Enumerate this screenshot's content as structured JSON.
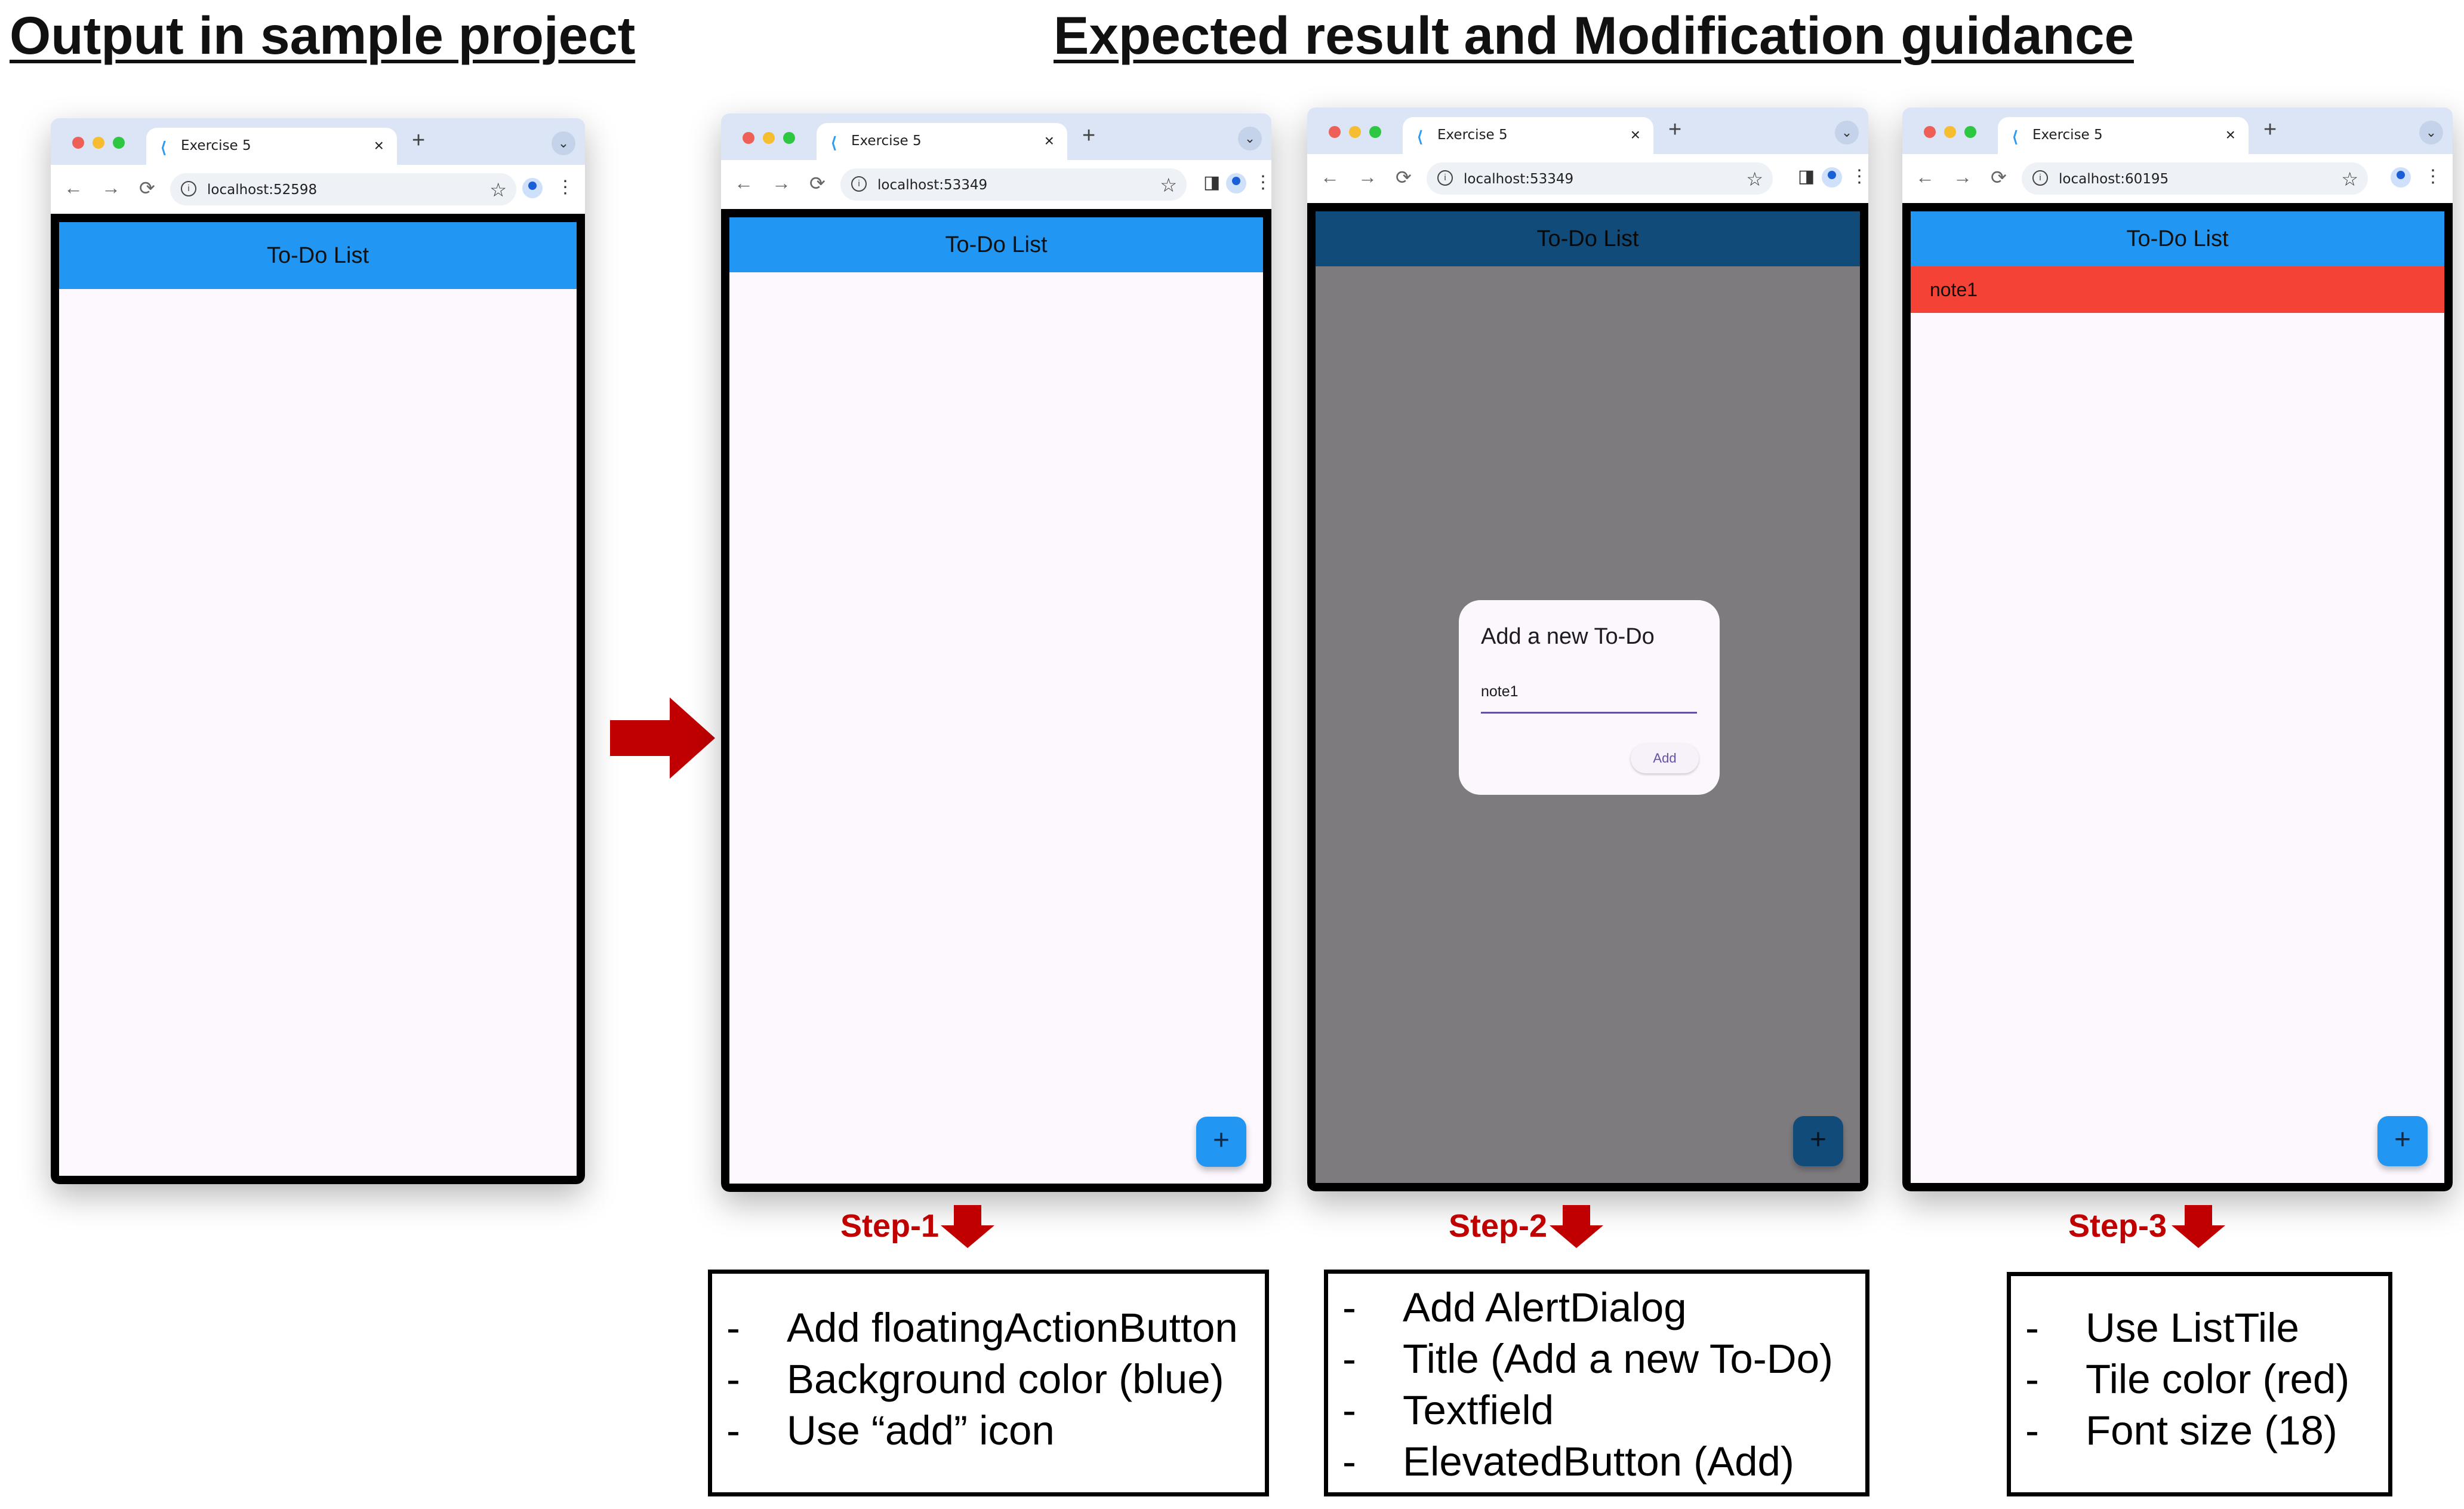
{
  "headings": {
    "left": "Output in sample project",
    "right": "Expected result and Modification guidance"
  },
  "browser": {
    "tab_title": "Exercise 5",
    "tab_close": "×",
    "new_tab": "+",
    "chevron": "⌄",
    "back": "←",
    "forward": "→",
    "reload": "⟳",
    "info": "i",
    "star": "☆",
    "menu": "⋮",
    "sidepanel": "◨"
  },
  "colors": {
    "app_bar": "#2196f3",
    "fab": "#2196f3",
    "tile": "#f44336",
    "step": "#c00000",
    "arrow": "#c00000"
  },
  "screens": {
    "sample": {
      "url": "localhost:52598",
      "app_title": "To-Do List"
    },
    "step1": {
      "url": "localhost:53349",
      "app_title": "To-Do List",
      "fab_icon": "+"
    },
    "step2": {
      "url": "localhost:53349",
      "app_title": "To-Do List",
      "fab_icon": "+",
      "dialog_title": "Add a new To-Do",
      "field_value": "note1",
      "button_label": "Add"
    },
    "step3": {
      "url": "localhost:60195",
      "app_title": "To-Do List",
      "fab_icon": "+",
      "tile_text": "note1"
    }
  },
  "steps": [
    {
      "label": "Step-1",
      "items": [
        "Add floatingActionButton",
        "Background color (blue)",
        "Use “add” icon"
      ]
    },
    {
      "label": "Step-2",
      "items": [
        "Add AlertDialog",
        "Title (Add a new To-Do)",
        "Textfield",
        "ElevatedButton (Add)"
      ]
    },
    {
      "label": "Step-3",
      "items": [
        "Use ListTile",
        "Tile color (red)",
        "Font size (18)"
      ]
    }
  ]
}
